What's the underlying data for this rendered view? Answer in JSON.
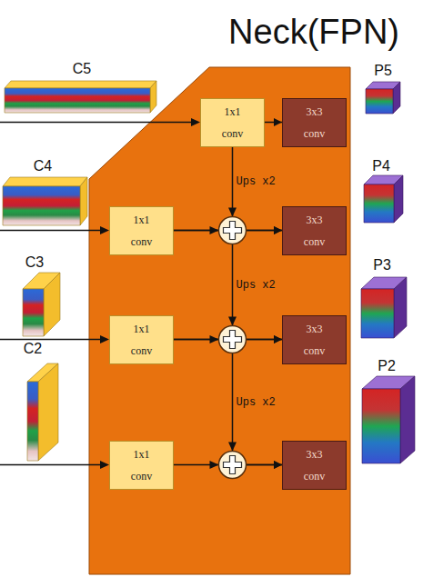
{
  "diagram": {
    "title": "Neck(FPN)",
    "nodes": [
      {
        "text": [
          "C5"
        ]
      },
      {
        "text": [
          "1x1 conv"
        ]
      },
      {
        "text": [
          "3x3 conv"
        ]
      },
      {
        "text": [
          "P5"
        ]
      },
      {
        "text": [
          "C4"
        ]
      },
      {
        "text": [
          "1x1 conv"
        ]
      },
      {
        "text": [
          "3x3 conv"
        ]
      },
      {
        "text": [
          "P4"
        ]
      },
      {
        "text": [
          "C3"
        ]
      },
      {
        "text": [
          "1x1 conv"
        ]
      },
      {
        "text": [
          "3x3 conv"
        ]
      },
      {
        "text": [
          "P3"
        ]
      },
      {
        "text": [
          "C2"
        ]
      },
      {
        "text": [
          "1x1 conv"
        ]
      },
      {
        "text": [
          "3x3 conv"
        ]
      },
      {
        "text": [
          "P2"
        ]
      }
    ],
    "edges": [
      {
        "from": 1,
        "to": 2,
        "arrow": "to"
      },
      {
        "from": 1,
        "to": 6,
        "label": "Ups x2",
        "arrow": "to"
      },
      {
        "from": 5,
        "to": 6,
        "arrow": "to"
      },
      {
        "from": 5,
        "to": 10,
        "label": "Ups x2",
        "arrow": "to"
      },
      {
        "from": 9,
        "to": 10,
        "arrow": "to"
      },
      {
        "from": 9,
        "to": 14,
        "label": "Ups x2",
        "arrow": "to"
      },
      {
        "from": 13,
        "to": 14,
        "arrow": "to"
      }
    ]
  }
}
